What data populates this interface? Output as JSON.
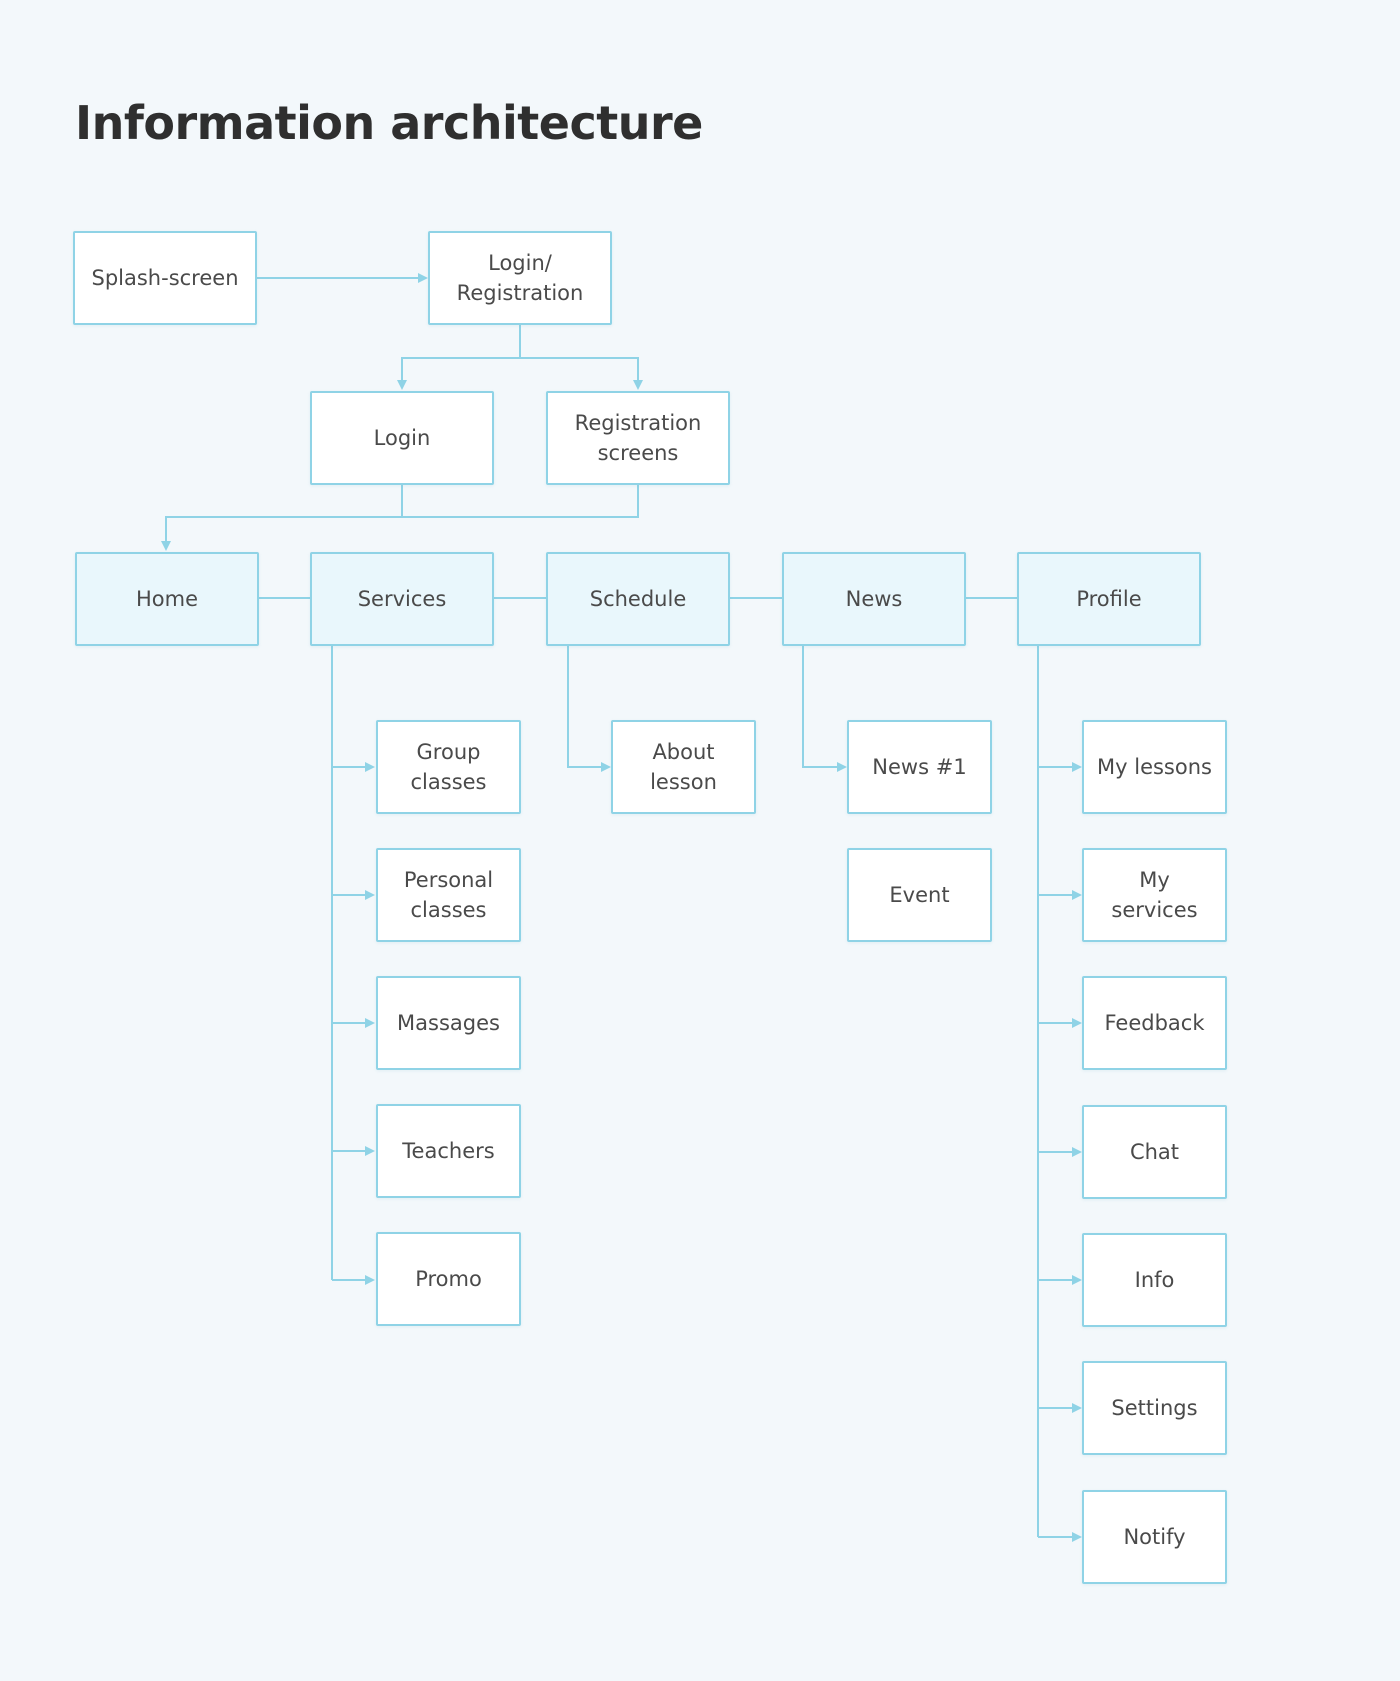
{
  "title": "Information architecture",
  "colors": {
    "background": "#f3f8fb",
    "node_border": "#8fd3e6",
    "node_fill": "#ffffff",
    "main_node_fill": "#e9f7fc",
    "connector": "#8fd3e6",
    "text": "#4a4a4a"
  },
  "nodes": {
    "splash": "Splash-screen",
    "login_registration": "Login/\nRegistration",
    "login": "Login",
    "registration_screens": "Registration\nscreens",
    "home": "Home",
    "services": "Services",
    "schedule": "Schedule",
    "news": "News",
    "profile": "Profile",
    "group_classes": "Group\nclasses",
    "personal_classes": "Personal\nclasses",
    "massages": "Massages",
    "teachers": "Teachers",
    "promo": "Promo",
    "about_lesson": "About\nlesson",
    "news_1": "News #1",
    "event": "Event",
    "my_lessons": "My lessons",
    "my_services": "My\nservices",
    "feedback": "Feedback",
    "chat": "Chat",
    "info": "Info",
    "settings": "Settings",
    "notify": "Notify"
  }
}
